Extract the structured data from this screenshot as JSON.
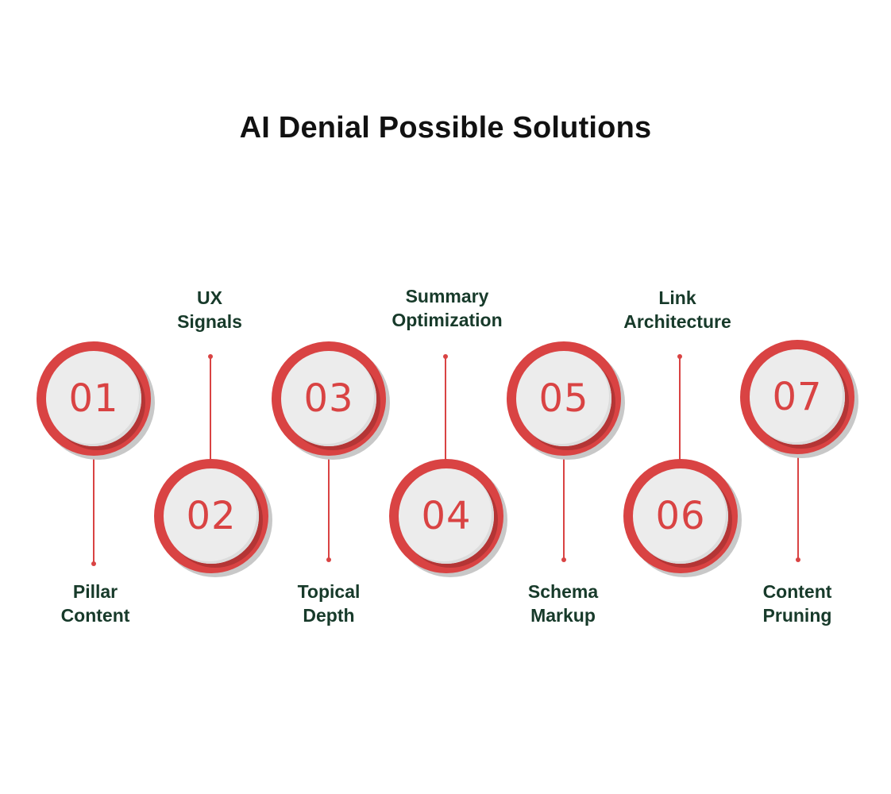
{
  "title": "AI Denial Possible Solutions",
  "colors": {
    "accent": "#d94343",
    "circle_fill": "#ececec",
    "label_text": "#173a2a",
    "title_text": "#111111"
  },
  "steps": [
    {
      "number": "01",
      "label_line1": "Pillar",
      "label_line2": "Content"
    },
    {
      "number": "02",
      "label_line1": "UX",
      "label_line2": "Signals"
    },
    {
      "number": "03",
      "label_line1": "Topical",
      "label_line2": "Depth"
    },
    {
      "number": "04",
      "label_line1": "Summary",
      "label_line2": "Optimization"
    },
    {
      "number": "05",
      "label_line1": "Schema",
      "label_line2": "Markup"
    },
    {
      "number": "06",
      "label_line1": "Link",
      "label_line2": "Architecture"
    },
    {
      "number": "07",
      "label_line1": "Content",
      "label_line2": "Pruning"
    }
  ]
}
